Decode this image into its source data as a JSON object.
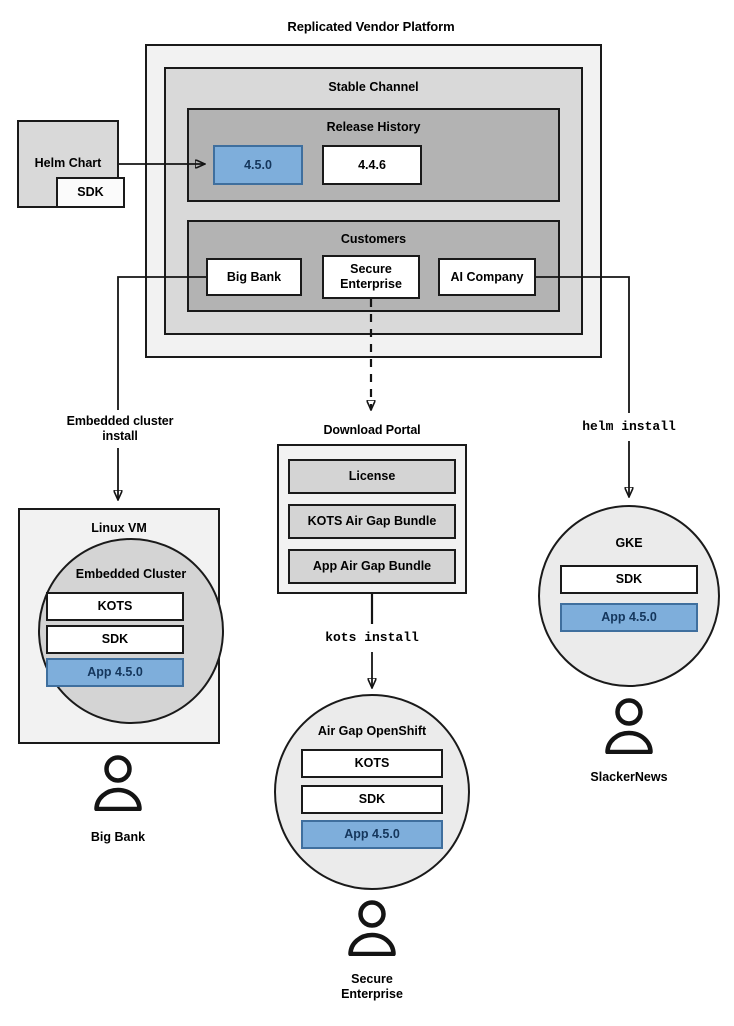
{
  "diagram": {
    "title": "Replicated Vendor Platform",
    "platform": {
      "channel_label": "Stable Channel",
      "release_history": {
        "label": "Release History",
        "releases": [
          {
            "version": "4.5.0",
            "highlighted": true
          },
          {
            "version": "4.4.6",
            "highlighted": false
          }
        ]
      },
      "customers": {
        "label": "Customers",
        "items": [
          {
            "name": "Big Bank"
          },
          {
            "name": "Secure Enterprise"
          },
          {
            "name": "AI Company"
          }
        ]
      }
    },
    "source": {
      "title": "Helm Chart",
      "sub": "SDK"
    },
    "edges": [
      {
        "id": "edge-helm-to-release",
        "label": "",
        "style": "solid"
      },
      {
        "id": "edge-bigbank-to-linuxvm",
        "label": "Embedded cluster install",
        "style": "solid"
      },
      {
        "id": "edge-secure-to-portal",
        "label": "",
        "style": "dashed"
      },
      {
        "id": "edge-portal-to-openshift",
        "label": "kots install",
        "style": "solid",
        "mono": true
      },
      {
        "id": "edge-ai-to-gke",
        "label": "helm install",
        "style": "solid",
        "mono": true
      }
    ],
    "edge_labels": {
      "embedded_cluster_install_line1": "Embedded cluster",
      "embedded_cluster_install_line2": "install",
      "kots_install": "kots install",
      "helm_install": "helm install"
    },
    "targets": [
      {
        "id": "linux-vm",
        "host_label": "Linux VM",
        "cluster_label": "Embedded Cluster",
        "components": [
          {
            "name": "KOTS",
            "highlighted": false
          },
          {
            "name": "SDK",
            "highlighted": false
          },
          {
            "name": "App 4.5.0",
            "highlighted": true
          }
        ],
        "customer": "Big Bank"
      },
      {
        "id": "air-gap-openshift",
        "host_label": "Air Gap OpenShift",
        "components": [
          {
            "name": "KOTS",
            "highlighted": false
          },
          {
            "name": "SDK",
            "highlighted": false
          },
          {
            "name": "App 4.5.0",
            "highlighted": true
          }
        ],
        "customer_line1": "Secure",
        "customer_line2": "Enterprise"
      },
      {
        "id": "gke",
        "host_label": "GKE",
        "components": [
          {
            "name": "SDK",
            "highlighted": false
          },
          {
            "name": "App 4.5.0",
            "highlighted": true
          }
        ],
        "customer": "SlackerNews"
      }
    ],
    "download_portal": {
      "label": "Download Portal",
      "artifacts": [
        {
          "name": "License"
        },
        {
          "name": "KOTS Air Gap Bundle"
        },
        {
          "name": "App Air Gap Bundle"
        }
      ]
    },
    "colors": {
      "highlight_fill": "#7eaedb",
      "highlight_border": "#3f6f9e",
      "highlight_text": "#14365c",
      "level0": "#f2f2f2",
      "level1": "#d9d9d9",
      "level2": "#b3b3b3",
      "artifact_fill": "#d4d4d4",
      "stroke": "#1a1a1a"
    }
  }
}
